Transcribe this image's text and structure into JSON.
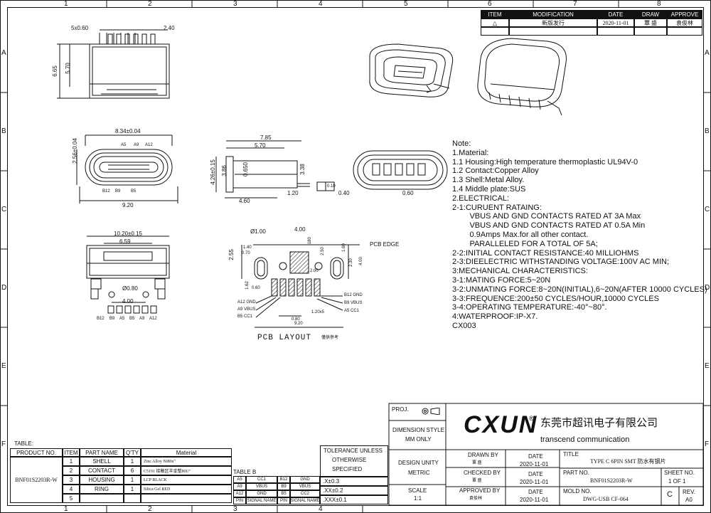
{
  "grid": {
    "cols": [
      "1",
      "2",
      "3",
      "4",
      "5",
      "6",
      "7",
      "8"
    ],
    "rows": [
      "A",
      "B",
      "C",
      "D",
      "E",
      "F"
    ]
  },
  "revision": {
    "headers": [
      "ITEM",
      "MODIFICATION",
      "DATE",
      "DRAW",
      "APPROVE"
    ],
    "row": {
      "item": "",
      "modification": "新版发行",
      "date": "2020-11-01",
      "draw": "覃 盛",
      "approve": "袁俊林"
    }
  },
  "dims": {
    "top_5x": "5x0.60",
    "top_240": "2.40",
    "top_665": "6.65",
    "top_570": "5.70",
    "front_834": "8.34±0.04",
    "front_256": "2.56±0.04",
    "front_920": "9.20",
    "front_pins_top": [
      "A5",
      "A9",
      "A12"
    ],
    "front_pins_bottom": [
      "B12",
      "B9",
      "B5"
    ],
    "side_785": "7.85",
    "side_570": "5.70",
    "side_426": "4.26±0.15",
    "side_386": "3.86",
    "side_0650": "0.650",
    "side_338": "3.38",
    "side_460": "4.60",
    "side_120": "1.20",
    "side_flat": "0.10",
    "end_040": "0.40",
    "end_060": "0.60",
    "bottom_1020": "10.20±0.15",
    "bottom_659": "6.59",
    "bottom_080": "Ø0.80",
    "bottom_400": "4.00",
    "bottom_pins": [
      "B12",
      "B9",
      "A5",
      "B5",
      "A9",
      "A12"
    ],
    "pcb_100": "Ø1.00",
    "pcb_400": "4.00",
    "pcb_255": "2.55",
    "pcb_140": "1.40",
    "pcb_070": "0.70",
    "pcb_180": ".180",
    "pcb_250": "2.50",
    "pcb_160": "1.60",
    "pcb_230": "2.30",
    "pcb_400b": "4.00",
    "pcb_200": "2.00",
    "pcb_162": "1.62",
    "pcb_060": "0.60",
    "pcb_080": "0.80",
    "pcb_120": "1.20x5",
    "pcb_920": "9.20",
    "pcb_edge": "PCB EDGE",
    "pcb_left_labels": [
      "A12 GND",
      "A9 VBUS",
      "B5 CC1"
    ],
    "pcb_right_labels": [
      "B12 GND",
      "B9 VBUS",
      "A5 CC1"
    ],
    "pcb_title": "PCB LAYOUT",
    "pcb_sub": "僅供參考"
  },
  "notes": [
    "Note:",
    "1.Material:",
    "1.1 Housing:High temperature thermoplastic UL94V-0",
    "1.2 Contact:Copper Alloy",
    "1.3 Shell:Metal Alloy.",
    "1.4 Middle plate:SUS",
    "2.ELECTRICAL:",
    "2-1:CURUENT RATAING:",
    "        VBUS AND GND CONTACTS RATED AT 3A Max",
    "        VBUS AND GND CONTACTS RATED AT 0.5A Min",
    "        0.9Amps Max.for all other contact.",
    "        PARALLELED FOR A TOTAL OF 5A;",
    "2-2:INITIAL CONTACT RESISTANCE:40 MILLIOHMS",
    "2-3:DIEELECTRIC WITHSTANDING VOLTAGE:100V AC MIN;",
    "3:MECHANICAL CHARACTERISTICS:",
    "3-1:MATING FORCE:5~20N",
    "3-2:UNMATING FORCE:8~20N(INITIAL),6~20N(AFTER 10000 CYCLES)",
    "3-3:FREQUENCE:200±50 CYCLES/HOUR,10000 CYCLES",
    "3-4:OPERATING TEMPERATURE:-40°~80°.",
    "4:WATERPROOF:IP-X7.",
    "CX003"
  ],
  "bom": {
    "table_label": "TABLE:",
    "headers": [
      "PRODUCT NO.",
      "ITEM",
      "PART NAME",
      "Q'TY",
      "Material"
    ],
    "product_no": "BNF01S2203R-W",
    "rows": [
      {
        "item": "1",
        "name": "SHELL",
        "qty": "1",
        "material": "Zinc Alloy Ni80u\""
      },
      {
        "item": "2",
        "name": "CONTACT",
        "qty": "6",
        "material": "C5191 接触区半金整80U\""
      },
      {
        "item": "3",
        "name": "HOUSING",
        "qty": "1",
        "material": "LCP BLACK"
      },
      {
        "item": "4",
        "name": "RING",
        "qty": "1",
        "material": "Silica Gel RED"
      },
      {
        "item": "5",
        "name": "",
        "qty": "",
        "material": ""
      }
    ]
  },
  "table_b": {
    "label": "TABLE B",
    "rows": [
      [
        "A5",
        "CC1",
        "B12",
        "GND"
      ],
      [
        "A9",
        "VBUS",
        "B9",
        "VBUS"
      ],
      [
        "A12",
        "GND",
        "B5",
        "CC2"
      ]
    ],
    "footer": [
      "PIN",
      "SIGNAL NAME",
      "PIN",
      "SIGNAL NAME"
    ]
  },
  "tolerance": {
    "title": [
      "TOLERANCE UNLESS",
      "OTHERWISE",
      "SPECIFIED"
    ],
    "rows": [
      ".X±0.3",
      ".XX±0.2",
      ".XXX±0.1"
    ]
  },
  "title_block": {
    "proj": "PROJ.",
    "dimension_style": "DIMENSION STYLE",
    "mm_only": "MM ONLY",
    "design_unity": "DESIGN UNITY",
    "metric": "METRIC",
    "scale": "SCALE",
    "scale_val": "1:1",
    "logo": "CXUN",
    "company_cn": "东莞市超讯电子有限公司",
    "company_en": "transcend communication",
    "drawn_by": "DRAWN BY",
    "drawn_name": "覃 盛",
    "checked_by": "CHECKED BY",
    "checked_name": "覃 盛",
    "approved_by": "APPROVED BY",
    "approved_name": "袁俊林",
    "date_label": "DATE",
    "date_val": "2020-11-01",
    "title_label": "TITLE",
    "title_val": "TYPE C 6PIN SMT 防水有钢片",
    "part_no_label": "PART NO.",
    "part_no_val": "BNF01S2203R-W",
    "mold_no_label": "MOLD NO.",
    "mold_no_val": "DWG-USB CF-064",
    "sheet_label": "SHEET NO.",
    "sheet_val": "1 OF 1",
    "size": "C",
    "rev_label": "REV.",
    "rev_val": "A0"
  }
}
